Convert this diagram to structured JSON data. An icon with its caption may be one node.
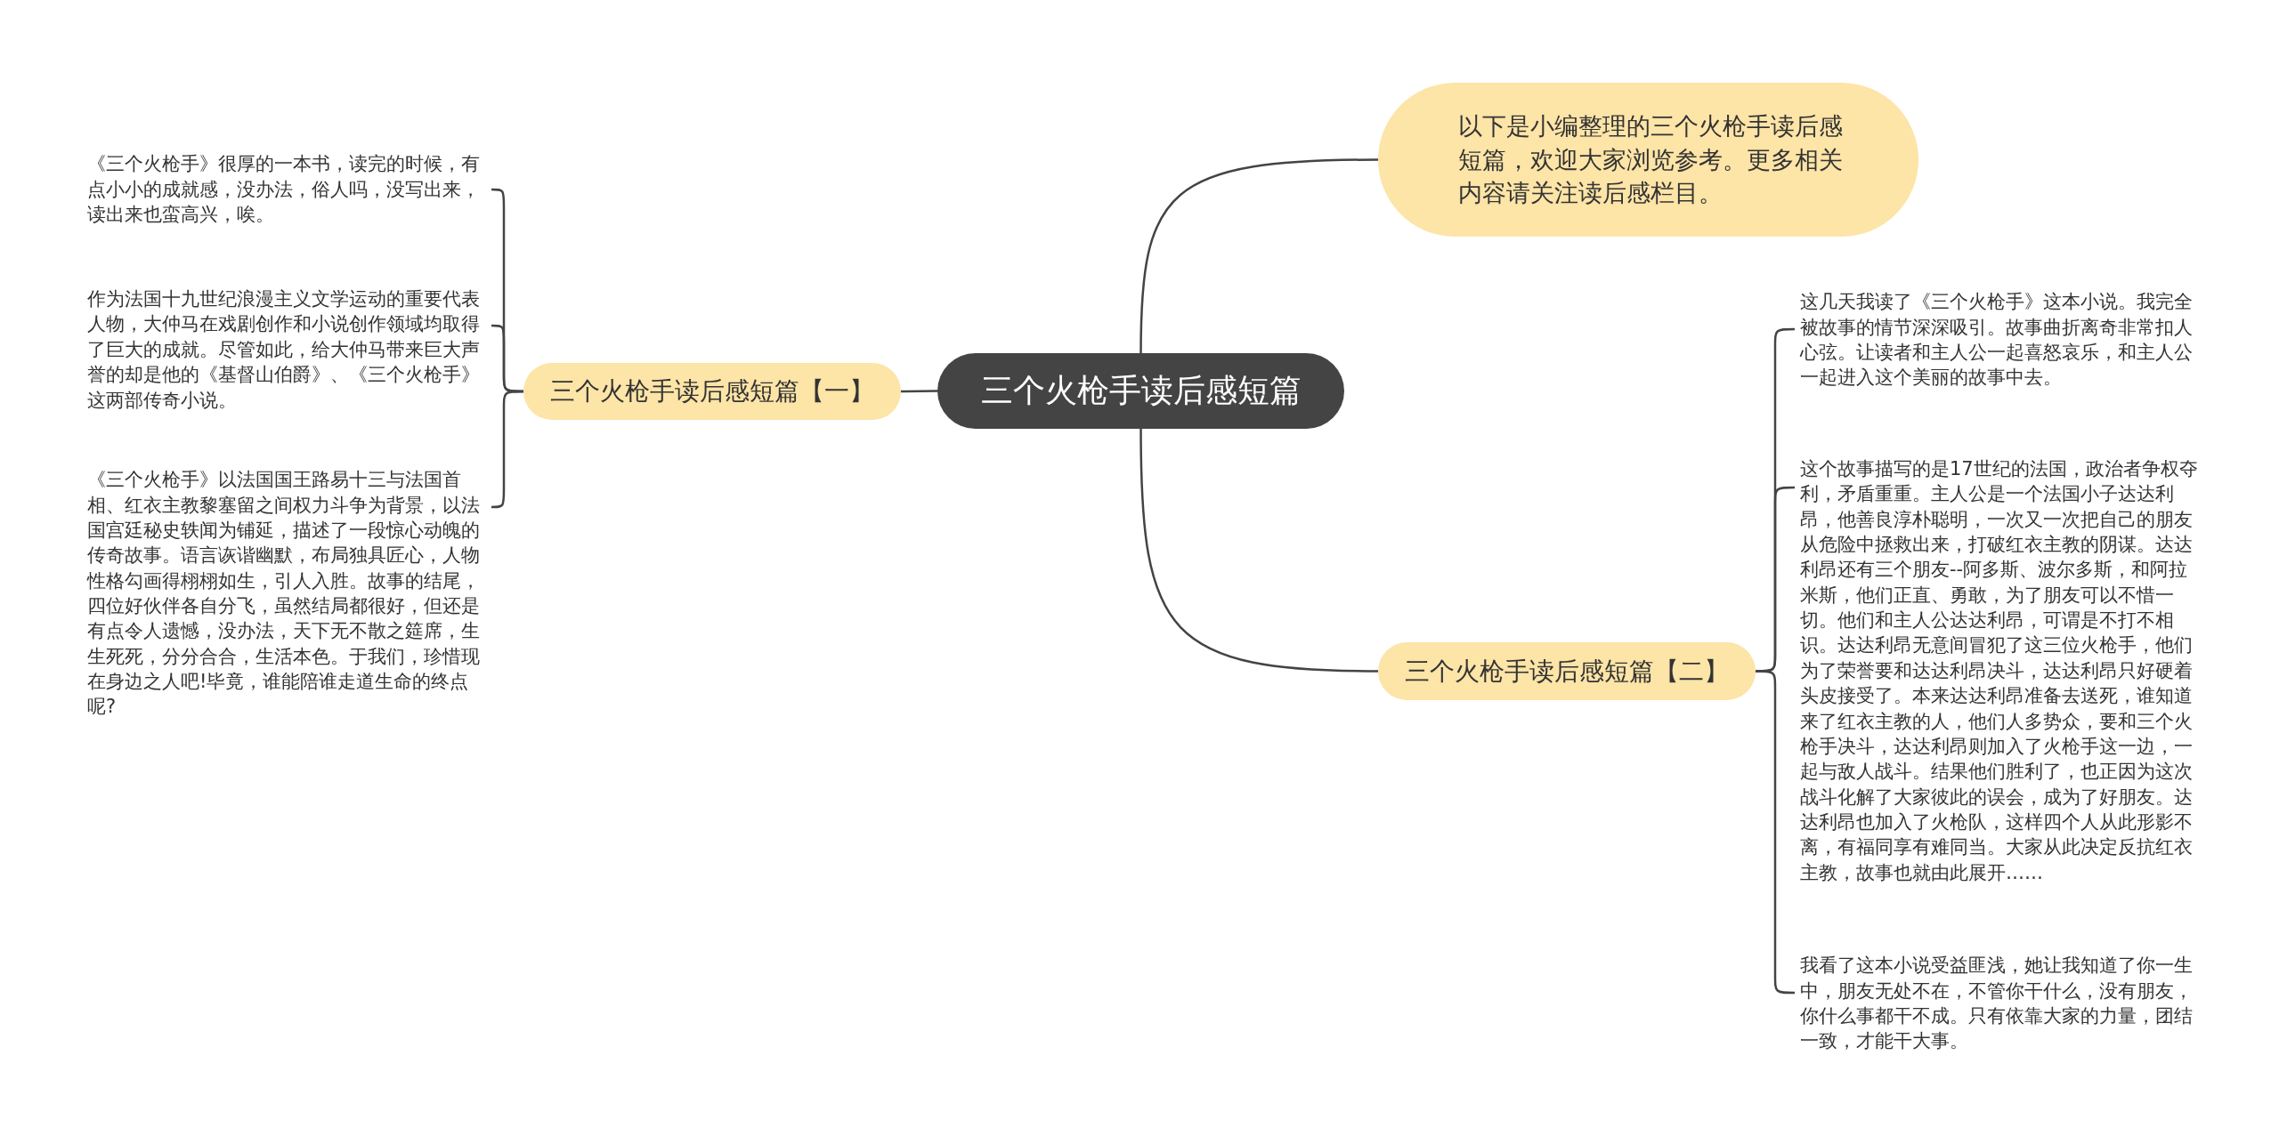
{
  "diagram": {
    "nodes": [
      {
        "text": [
          "三个火枪手读后感短篇"
        ]
      },
      {
        "text": [
          "以下是小编整理的三个火枪手读后感短篇，欢迎大家浏览参考。更多相关内容请关注读后感栏目。"
        ]
      },
      {
        "text": [
          "三个火枪手读后感短篇【一】"
        ]
      },
      {
        "text": [
          "《三个火枪手》很厚的一本书，读完的时候，有点小小的成就感，没办法，俗人吗，没写出来，读出来也蛮高兴，唉。"
        ]
      },
      {
        "text": [
          "作为法国十九世纪浪漫主义文学运动的重要代表人物，大仲马在戏剧创作和小说创作领域均取得了巨大的成就。尽管如此，给大仲马带来巨大声誉的却是他的《基督山伯爵》、《三个火枪手》这两部传奇小说。"
        ]
      },
      {
        "text": [
          "《三个火枪手》以法国国王路易十三与法国首相、红衣主教黎塞留之间权力斗争为背景，以法国宫廷秘史轶闻为铺延，描述了一段惊心动魄的传奇故事。语言诙谐幽默，布局独具匠心，人物性格勾画得栩栩如生，引人入胜。故事的结尾，四位好伙伴各自分飞，虽然结局都很好，但还是有点令人遗憾，没办法，天下无不散之筵席，生生死死，分分合合，生活本色。于我们，珍惜现在身边之人吧!毕竟，谁能陪谁走道生命的终点呢?"
        ]
      },
      {
        "text": [
          "三个火枪手读后感短篇【二】"
        ]
      },
      {
        "text": [
          "这几天我读了《三个火枪手》这本小说。我完全被故事的情节深深吸引。故事曲折离奇非常扣人心弦。让读者和主人公一起喜怒哀乐，和主人公一起进入这个美丽的故事中去。"
        ]
      },
      {
        "text": [
          "这个故事描写的是17世纪的法国，政治者争权夺利，矛盾重重。主人公是一个法国小子达达利昂，他善良淳朴聪明，一次又一次把自己的朋友从危险中拯救出来，打破红衣主教的阴谋。达达利昂还有三个朋友--阿多斯、波尔多斯，和阿拉米斯，他们正直、勇敢，为了朋友可以不惜一切。他们和主人公达达利昂，可谓是不打不相识。达达利昂无意间冒犯了这三位火枪手，他们为了荣誉要和达达利昂决斗，达达利昂只好硬着头皮接受了。本来达达利昂准备去送死，谁知道来了红衣主教的人，他们人多势众，要和三个火枪手决斗，达达利昂则加入了火枪手这一边，一起与敌人战斗。结果他们胜利了，也正因为这次战斗化解了大家彼此的误会，成为了好朋友。达达利昂也加入了火枪队，这样四个人从此形影不离，有福同享有难同当。大家从此决定反抗红衣主教，故事也就由此展开……"
        ]
      },
      {
        "text": [
          "我看了这本小说受益匪浅，她让我知道了你一生中，朋友无处不在，不管你干什么，没有朋友，你什么事都干不成。只有依靠大家的力量，团结一致，才能干大事。"
        ]
      }
    ],
    "edges": [
      {
        "from": 0,
        "to": 1,
        "arrow": "none"
      },
      {
        "from": 0,
        "to": 2,
        "arrow": "none"
      },
      {
        "from": 0,
        "to": 6,
        "arrow": "none"
      },
      {
        "from": 2,
        "to": 3,
        "arrow": "none"
      },
      {
        "from": 2,
        "to": 4,
        "arrow": "none"
      },
      {
        "from": 2,
        "to": 5,
        "arrow": "none"
      },
      {
        "from": 6,
        "to": 7,
        "arrow": "none"
      },
      {
        "from": 6,
        "to": 8,
        "arrow": "none"
      },
      {
        "from": 6,
        "to": 9,
        "arrow": "none"
      }
    ]
  }
}
